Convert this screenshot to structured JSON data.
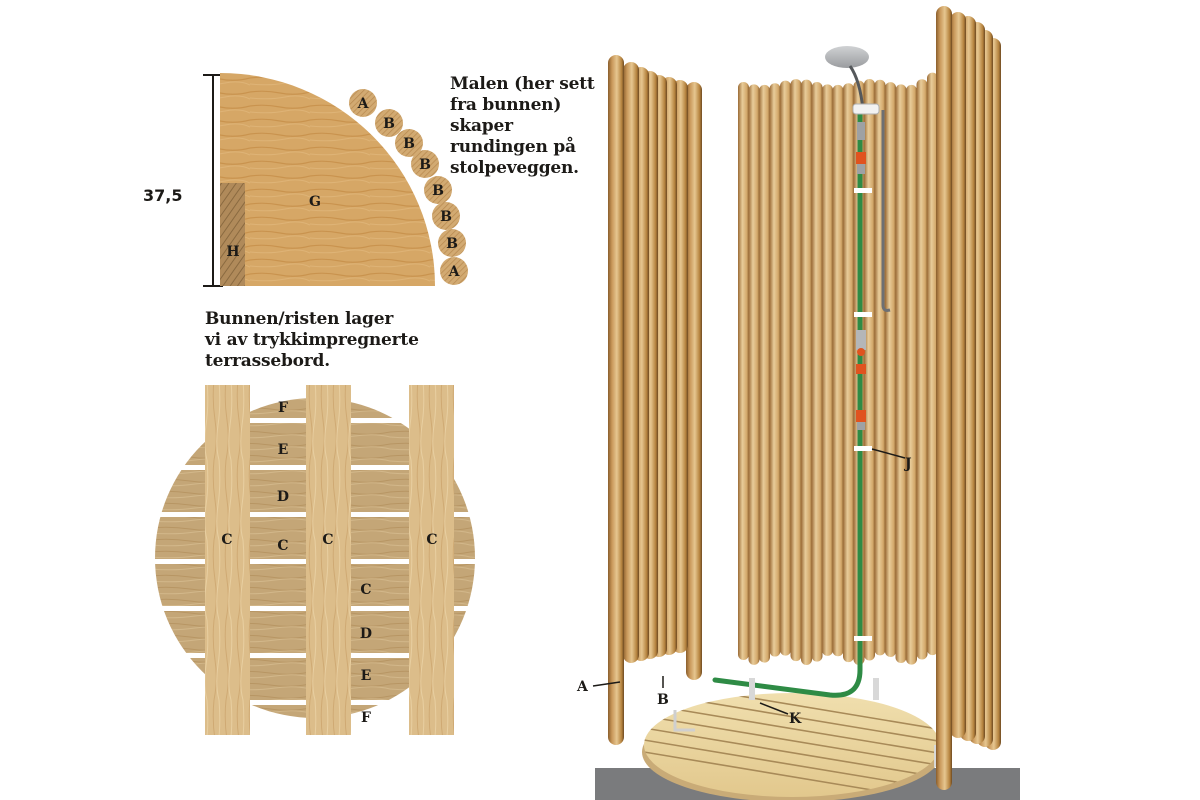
{
  "template_diagram": {
    "caption": "Malen (her sett\nfra bunnen)\nskaper\nrundingen på\nstolpeveggen.",
    "dimension_label": "37,5",
    "plate_label": "G",
    "block_label": "H",
    "post_labels": [
      "A",
      "B",
      "B",
      "B",
      "B",
      "B",
      "B",
      "A"
    ]
  },
  "floor_diagram": {
    "caption": "Bunnen/risten lager\nvi av trykkimpregnerte\nterrassebord.",
    "joist_labels": [
      "C",
      "C",
      "C"
    ],
    "board_labels_left": [
      "F",
      "E",
      "D",
      "C"
    ],
    "board_labels_right": [
      "C",
      "D",
      "E",
      "F"
    ]
  },
  "shower_illustration": {
    "callouts": {
      "post_a": "A",
      "post_b": "B",
      "hose_clip": "J",
      "bracket": "K"
    }
  },
  "colors": {
    "wood_light": "#e2c189",
    "wood_mid": "#c9985a",
    "wood_dark": "#8a5e2c",
    "floor_board": "#c4a677",
    "deck_light": "#eedbaa",
    "hose_green": "#2e8b45",
    "fitting_orange": "#e0531f",
    "ground_grey": "#7a7b7d",
    "text": "#1c1a17"
  }
}
